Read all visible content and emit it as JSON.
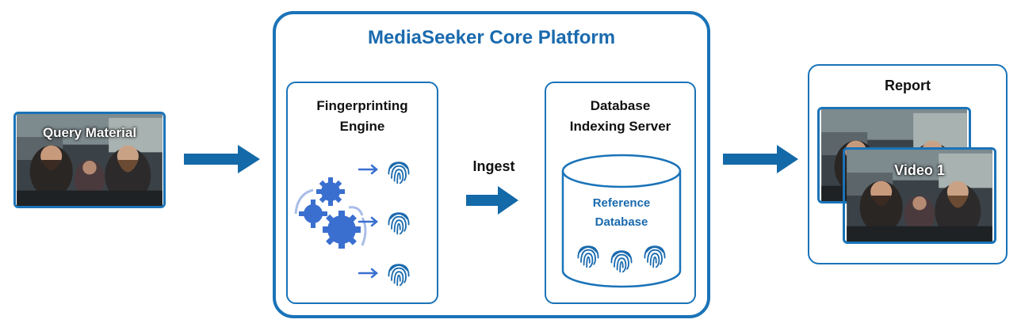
{
  "query": {
    "label": "Query Material"
  },
  "platform": {
    "title": "MediaSeeker Core Platform"
  },
  "fingerprinting": {
    "title_line1": "Fingerprinting",
    "title_line2": "Engine"
  },
  "ingest": {
    "label": "Ingest"
  },
  "database_server": {
    "title_line1": "Database",
    "title_line2": "Indexing Server"
  },
  "reference_db": {
    "line1": "Reference",
    "line2": "Database"
  },
  "report": {
    "title": "Report",
    "video_label": "Video 1"
  },
  "colors": {
    "accent": "#1a73b8",
    "arrow": "#1469a8",
    "gear": "#3a6fd0",
    "title_blue": "#1a6aae"
  },
  "icons": [
    "fingerprint-icon",
    "gear-icon",
    "arrow-right-icon",
    "database-cylinder-icon"
  ]
}
